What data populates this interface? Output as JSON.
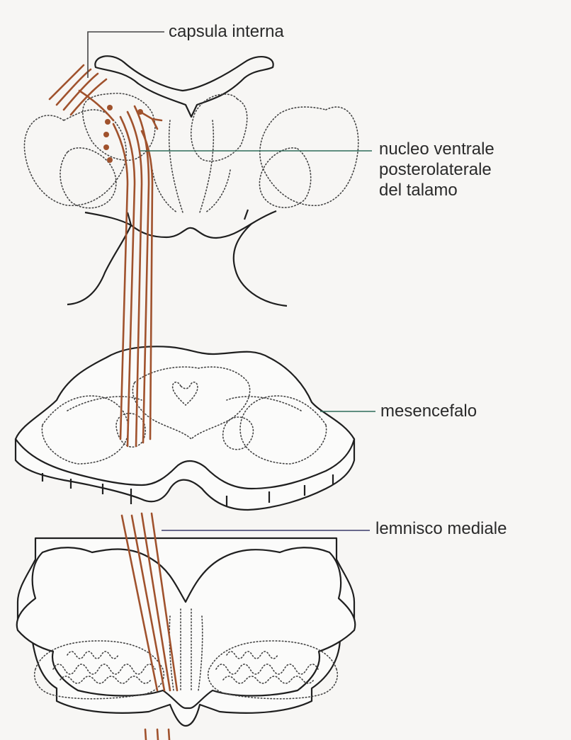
{
  "labels": {
    "capsula_interna": "capsula interna",
    "nucleo_ventrale_line1": "nucleo ventrale",
    "nucleo_ventrale_line2": "posterolaterale",
    "nucleo_ventrale_line3": "del talamo",
    "mesencefalo": "mesencefalo",
    "lemnisco_mediale": "lemnisco mediale"
  },
  "colors": {
    "fiber": "#a0522d",
    "outline": "#1f1f1f",
    "leader_capsula": "#444444",
    "leader_nucleo": "#2e6b5a",
    "leader_mesencefalo": "#2e6b5a",
    "leader_lemnisco": "#3a3a6a"
  }
}
